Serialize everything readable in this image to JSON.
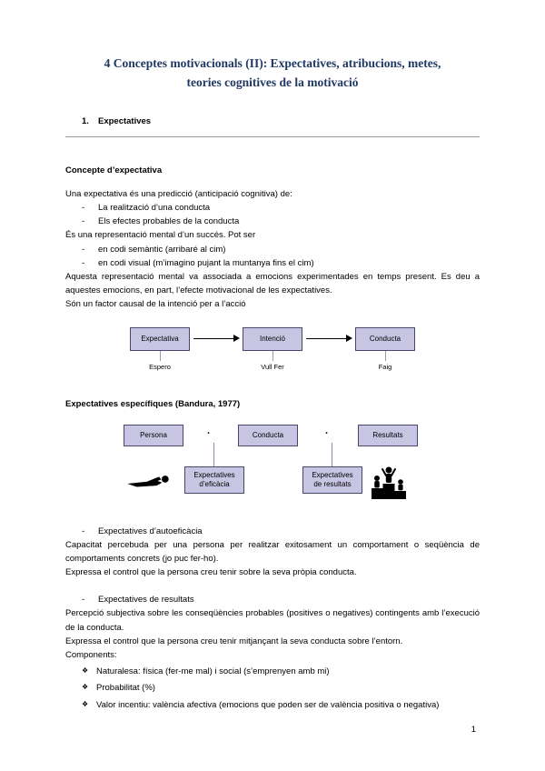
{
  "doc": {
    "title_line1": "4 Conceptes motivacionals (II): Expectatives, atribucions, metes,",
    "title_line2": "teories cognitives de la motivació",
    "page_number": "1"
  },
  "markers": {
    "dash": "-",
    "diamond": "❖"
  },
  "section": {
    "number": "1.",
    "label": "Expectatives"
  },
  "concepte": {
    "heading": "Concepte d’expectativa",
    "intro": "Una expectativa és una predicció (anticipació cognitiva) de:",
    "list1": [
      "La realització d’una conducta",
      "Els efectes probables de la conducta"
    ],
    "repr": "És una representació mental d’un succés. Pot ser",
    "list2": [
      "en codi semàntic (arribaré al cim)",
      "en codi visual (m’imagino pujant la muntanya fins el cim)"
    ],
    "emocions": "Aquesta representació mental va associada a emocions experimentades en temps present. Es deu a aquestes emocions, en part, l’efecte motivacional de les expectatives.",
    "factor": "Són un factor causal de la intenció per a l’acció"
  },
  "diagram1": {
    "box1": "Expectativa",
    "box2": "Intenció",
    "box3": "Conducta",
    "label1": "Espero",
    "label2": "Vull Fer",
    "label3": "Faig"
  },
  "especifiques": {
    "heading": "Expectatives específiques (Bandura, 1977)"
  },
  "diagram2": {
    "box1": "Persona",
    "box2": "Conducta",
    "box3": "Resultats",
    "dot": "·",
    "eficacia": "Expectatives d’eficàcia",
    "resultats": "Expectatives de resultats"
  },
  "autoeficacia": {
    "heading": "Expectatives d’autoeficàcia",
    "p1": "Capacitat percebuda per una persona per realitzar exitosament un comportament o seqüència de comportaments concrets (jo puc fer-ho).",
    "p2": "Expressa el control que la persona creu tenir sobre la seva pròpia conducta."
  },
  "resultats_sec": {
    "heading": "Expectatives de resultats",
    "p1": "Percepció subjectiva sobre les conseqüències probables (positives o negatives) contingents amb l’execució de la conducta.",
    "p2": "Expressa el control que la persona creu tenir mitjançant la seva conducta sobre l’entorn.",
    "components_label": "Components:",
    "components": [
      "Naturalesa: física (fer-me mal) i social (s’emprenyen amb mi)",
      "Probabilitat (%)",
      "Valor incentiu: valència afectiva (emocions que poden ser de valència positiva o negativa)"
    ]
  }
}
